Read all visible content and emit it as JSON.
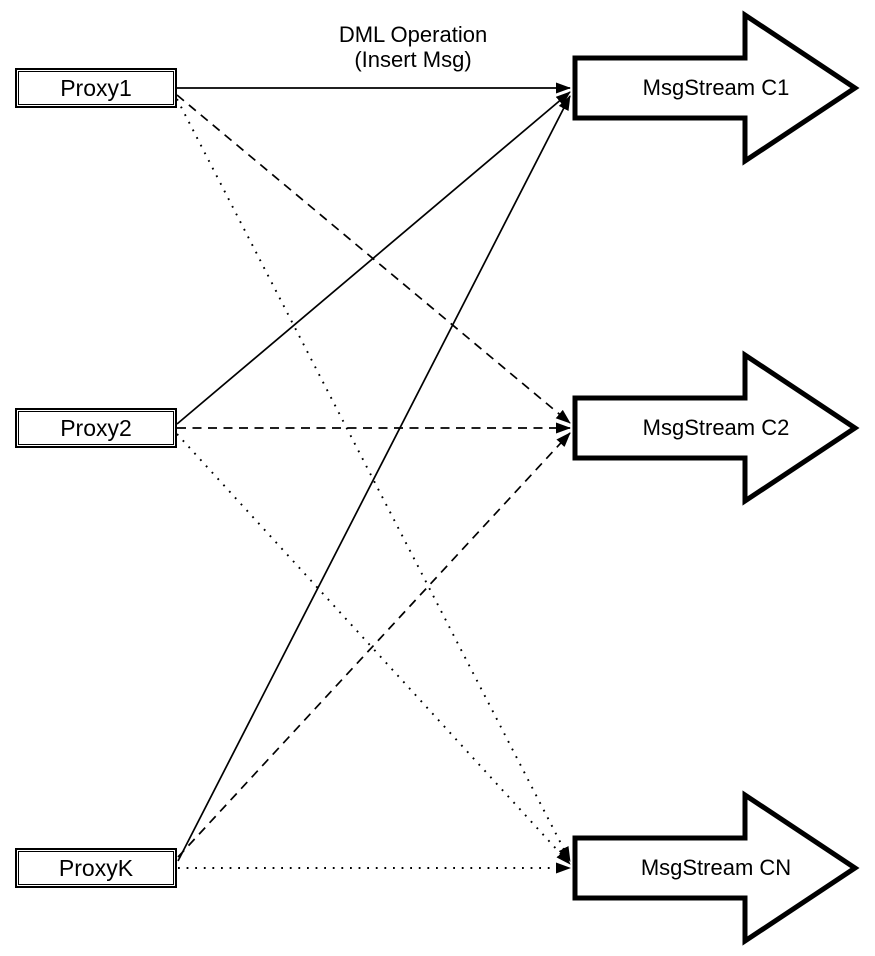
{
  "title": {
    "line1": "DML Operation",
    "line2": "(Insert Msg)"
  },
  "proxies": [
    {
      "label": "Proxy1"
    },
    {
      "label": "Proxy2"
    },
    {
      "label": "ProxyK"
    }
  ],
  "streams": [
    {
      "label": "MsgStream C1"
    },
    {
      "label": "MsgStream C2"
    },
    {
      "label": "MsgStream CN"
    }
  ],
  "edges": [
    {
      "from": "Proxy1",
      "to": "MsgStream C1",
      "style": "solid"
    },
    {
      "from": "Proxy2",
      "to": "MsgStream C1",
      "style": "solid"
    },
    {
      "from": "ProxyK",
      "to": "MsgStream C1",
      "style": "solid"
    },
    {
      "from": "Proxy1",
      "to": "MsgStream C2",
      "style": "dashed"
    },
    {
      "from": "Proxy2",
      "to": "MsgStream C2",
      "style": "dashed"
    },
    {
      "from": "ProxyK",
      "to": "MsgStream C2",
      "style": "dashed"
    },
    {
      "from": "Proxy1",
      "to": "MsgStream CN",
      "style": "dotted"
    },
    {
      "from": "Proxy2",
      "to": "MsgStream CN",
      "style": "dotted"
    },
    {
      "from": "ProxyK",
      "to": "MsgStream CN",
      "style": "dotted"
    }
  ],
  "colors": {
    "ink": "#000000",
    "background": "#ffffff"
  }
}
